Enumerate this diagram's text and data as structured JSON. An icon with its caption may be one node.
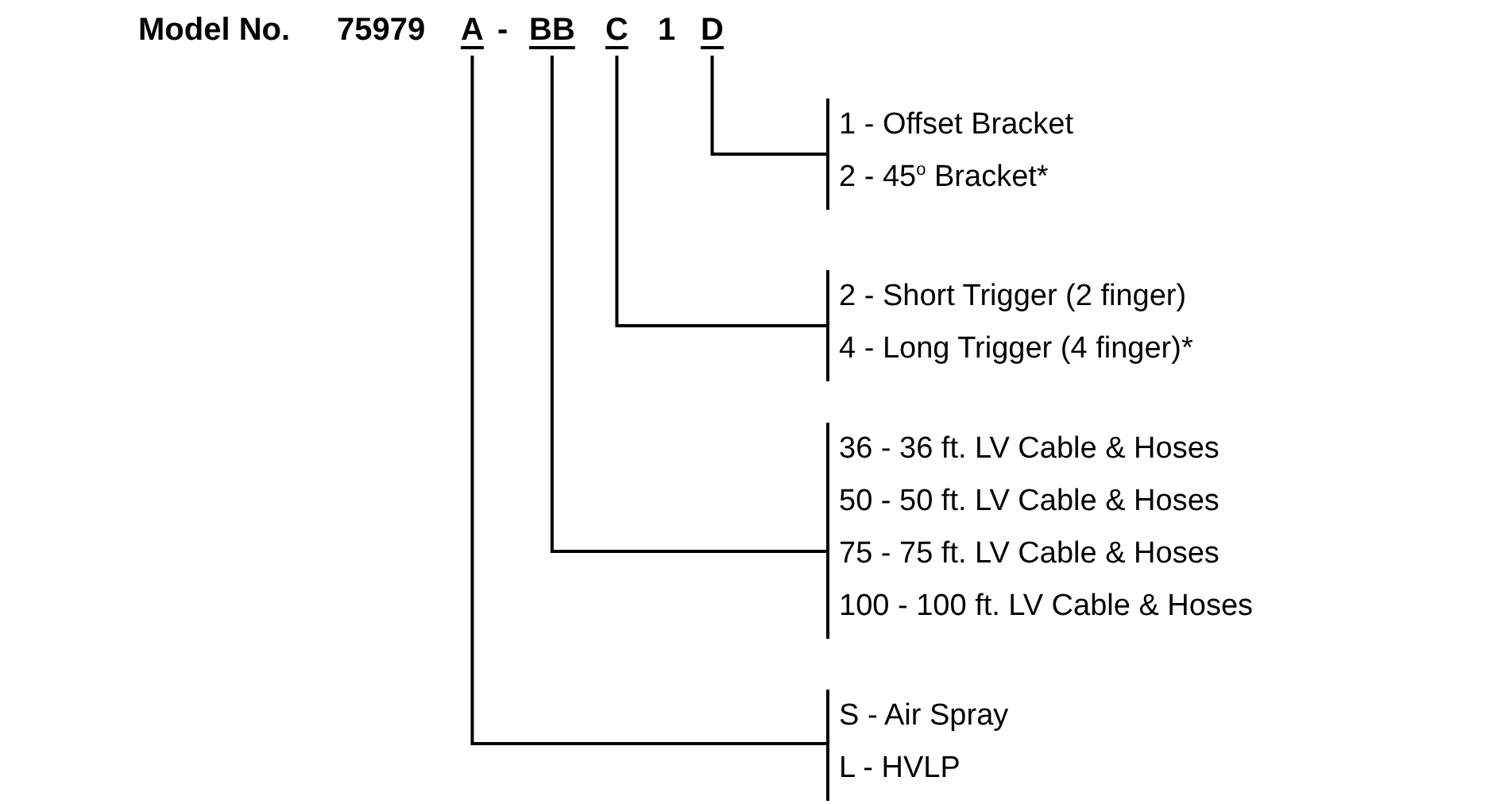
{
  "diagram": {
    "nodes": [
      {
        "text": [
          "A"
        ]
      },
      {
        "text": [
          "BB"
        ]
      },
      {
        "text": [
          "C"
        ]
      },
      {
        "text": [
          "D"
        ]
      },
      {
        "text": [
          "1 - Offset Bracket",
          "2 - 45$^{o}$ Bracket*"
        ]
      },
      {
        "text": [
          "2 - Short Trigger (2 finger)",
          "4 - Long Trigger (4 finger)*"
        ]
      },
      {
        "text": [
          "36 - 36 ft. LV Cable & Hoses",
          "50 - 50 ft. LV Cable & Hoses",
          "75 - 75 ft. LV Cable & Hoses",
          "100 - 100 ft. LV Cable & Hoses"
        ]
      },
      {
        "text": [
          "S - Air Spray",
          "L - HVLP"
        ]
      }
    ],
    "edges": [
      {
        "from": 3,
        "to": 4,
        "arrow": "none"
      },
      {
        "from": 2,
        "to": 5,
        "arrow": "none"
      },
      {
        "from": 1,
        "to": 6,
        "arrow": "none"
      },
      {
        "from": 0,
        "to": 7,
        "arrow": "none"
      }
    ],
    "labels": [
      "Model No.",
      "75979",
      "-",
      "1"
    ]
  }
}
